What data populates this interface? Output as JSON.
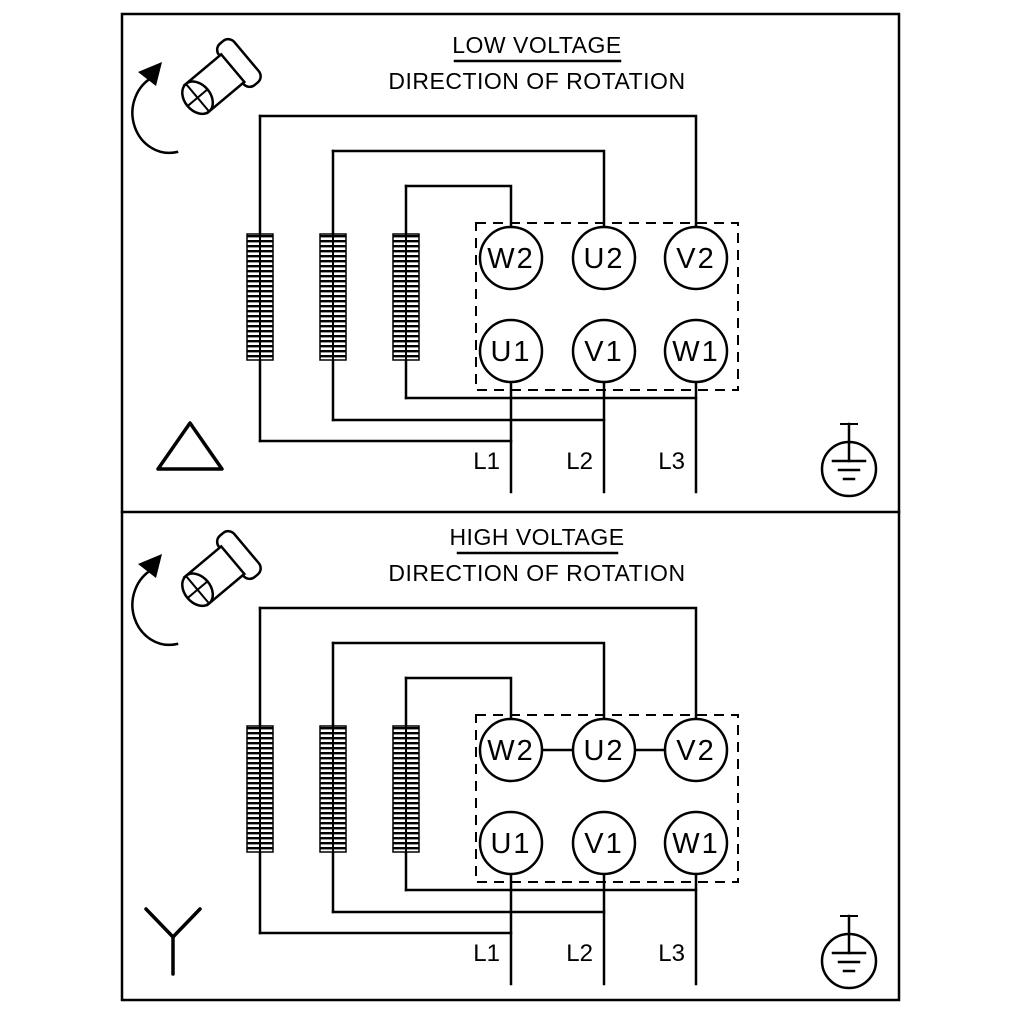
{
  "page": {
    "background": "#ffffff",
    "line_color": "#000000"
  },
  "panels": [
    {
      "id": "low-voltage",
      "title": "LOW VOLTAGE",
      "subtitle": "DIRECTION OF ROTATION",
      "connection": "delta",
      "star_bridge": false,
      "terminals": {
        "top": [
          "W2",
          "U2",
          "V2"
        ],
        "bottom": [
          "U1",
          "V1",
          "W1"
        ]
      },
      "leads": [
        "L1",
        "L2",
        "L3"
      ]
    },
    {
      "id": "high-voltage",
      "title": "HIGH VOLTAGE",
      "subtitle": "DIRECTION OF ROTATION",
      "connection": "star",
      "star_bridge": true,
      "terminals": {
        "top": [
          "W2",
          "U2",
          "V2"
        ],
        "bottom": [
          "U1",
          "V1",
          "W1"
        ]
      },
      "leads": [
        "L1",
        "L2",
        "L3"
      ]
    }
  ]
}
